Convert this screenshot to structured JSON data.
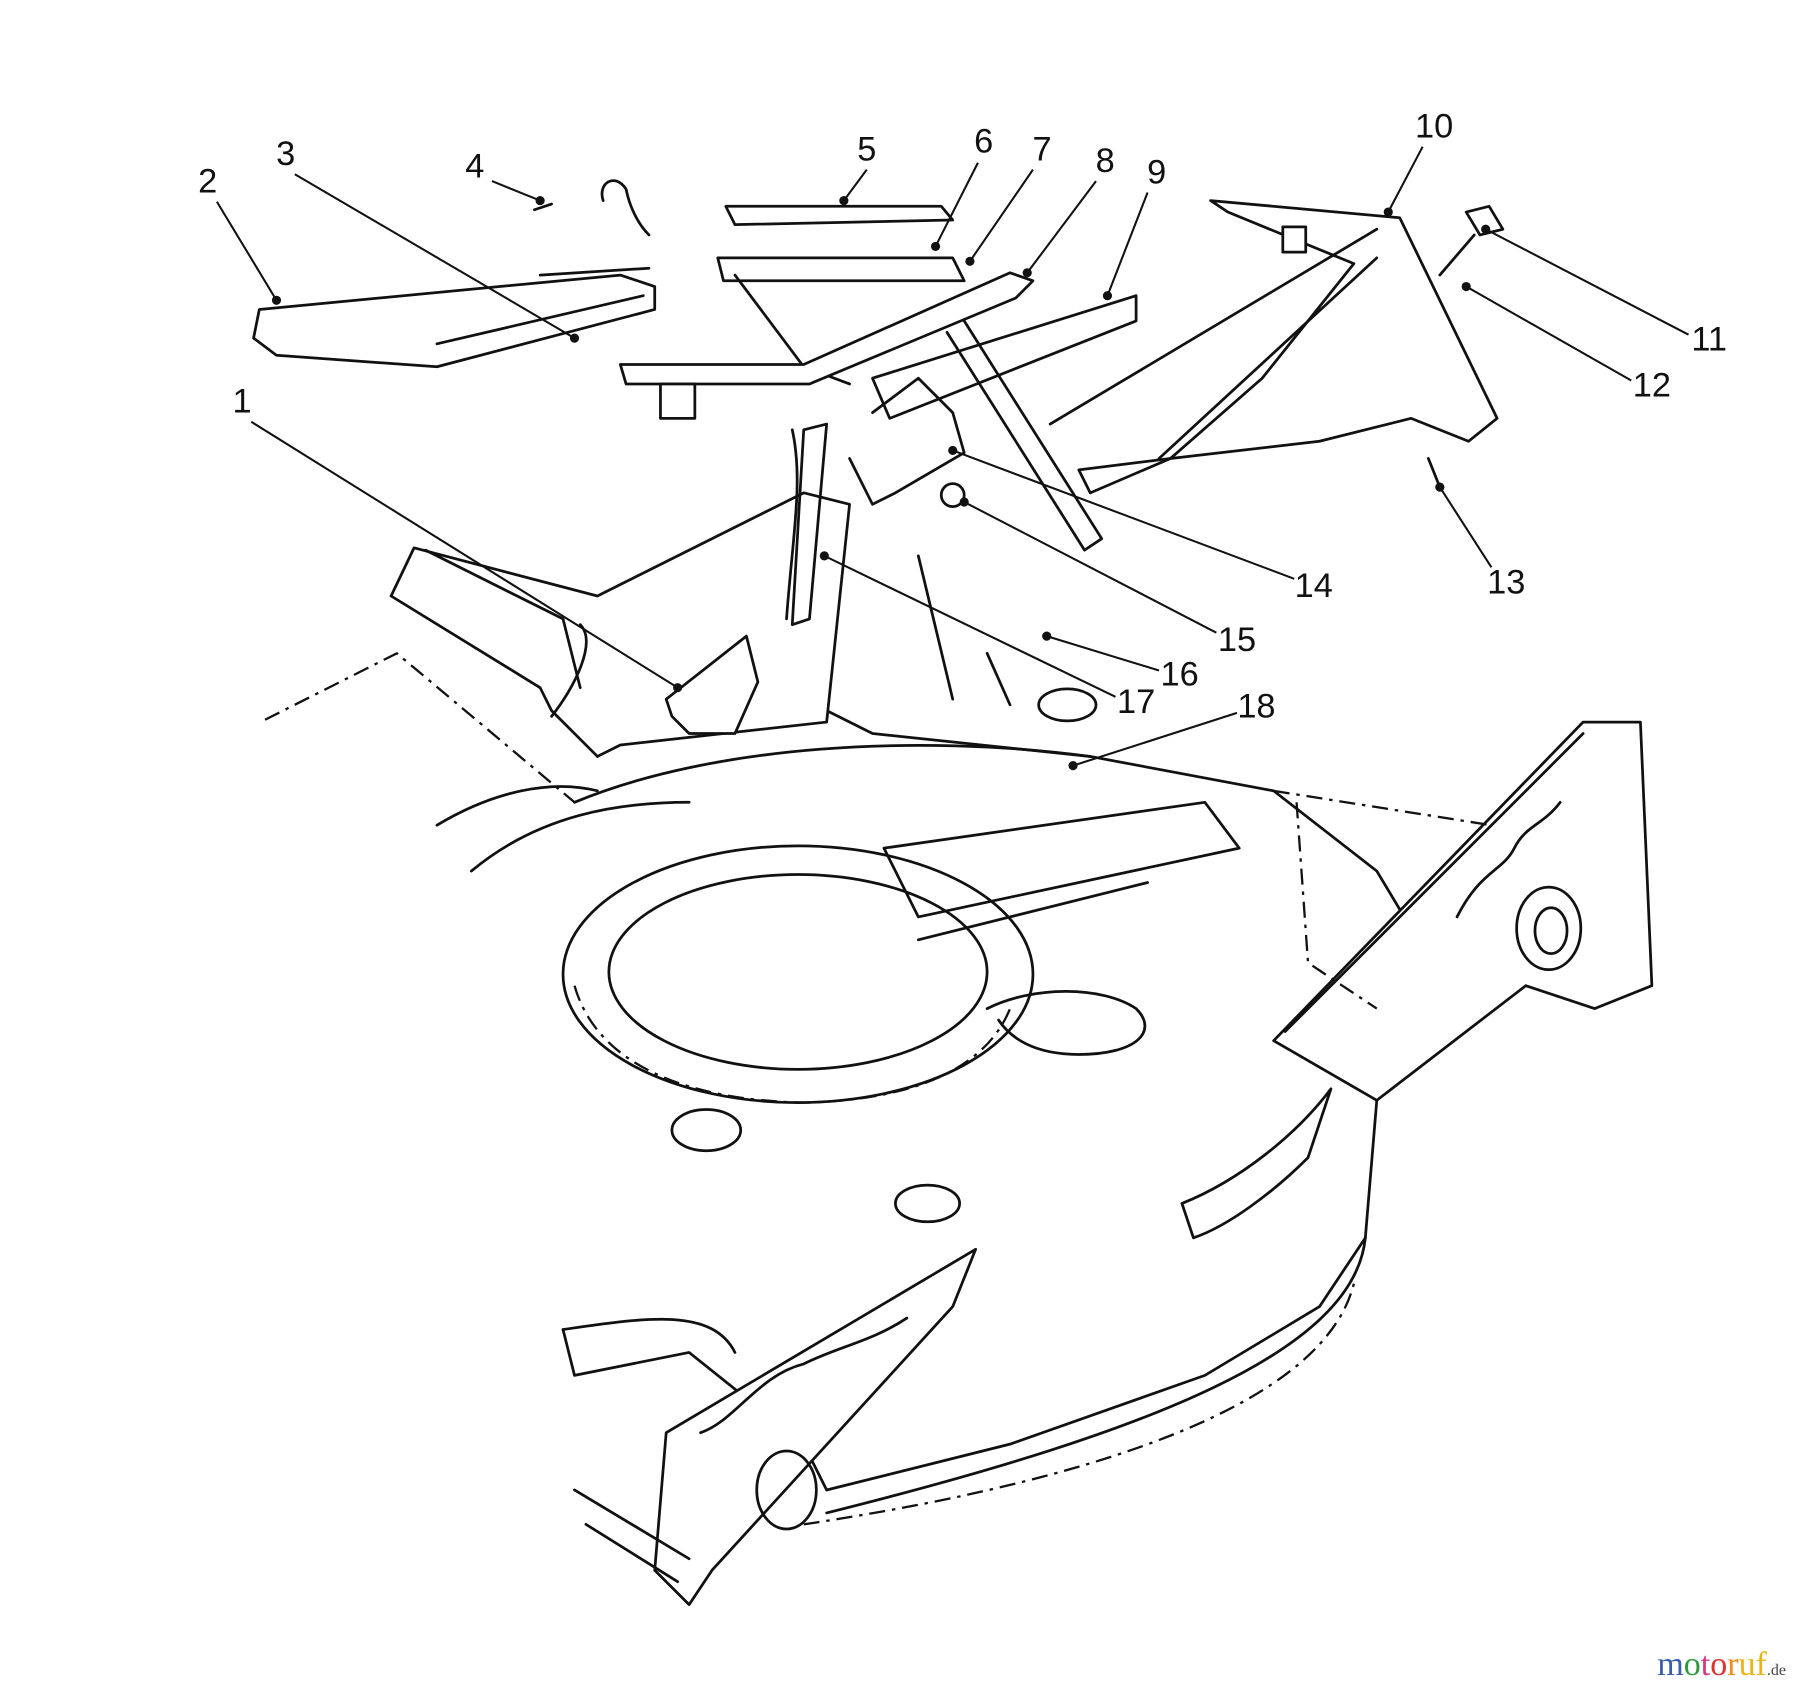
{
  "callouts": [
    {
      "n": "1"
    },
    {
      "n": "2"
    },
    {
      "n": "3"
    },
    {
      "n": "4"
    },
    {
      "n": "5"
    },
    {
      "n": "6"
    },
    {
      "n": "7"
    },
    {
      "n": "8"
    },
    {
      "n": "9"
    },
    {
      "n": "10"
    },
    {
      "n": "11"
    },
    {
      "n": "12"
    },
    {
      "n": "13"
    },
    {
      "n": "14"
    },
    {
      "n": "15"
    },
    {
      "n": "16"
    },
    {
      "n": "17"
    },
    {
      "n": "18"
    }
  ],
  "watermark": {
    "text": "motoruf",
    "suffix": ".de",
    "colors": [
      "#3b5bab",
      "#2e9a3f",
      "#d63a7a",
      "#e0312b",
      "#f08c1a",
      "#e9b418",
      "#8a8a8a"
    ]
  }
}
